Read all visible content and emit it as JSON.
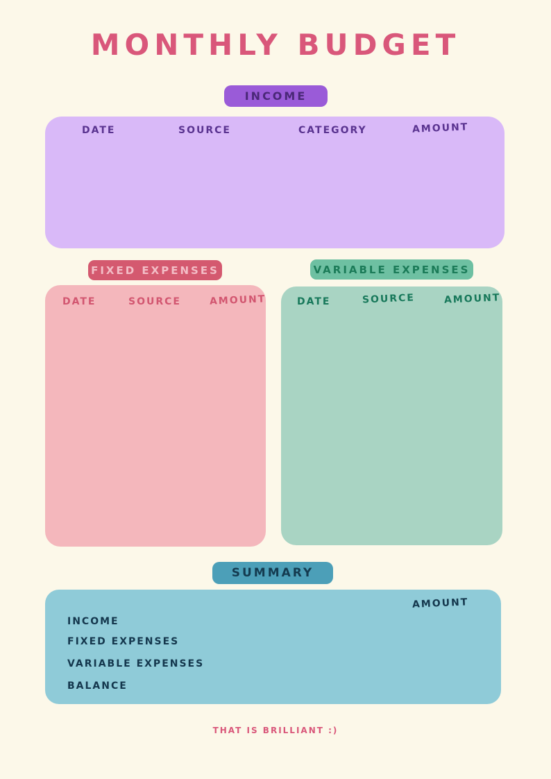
{
  "page": {
    "title": "MONTHLY BUDGET",
    "footer": "THAT IS BRILLIANT :)"
  },
  "colors": {
    "background": "#FCF8E9",
    "title_text": "#D9577A",
    "income_badge_bg": "#9A5BD8",
    "income_badge_text": "#4A2878",
    "income_table_bg": "#D9B9F8",
    "income_header_text": "#5A3390",
    "fixed_badge_bg": "#D4596F",
    "fixed_badge_text": "#F3BEC7",
    "fixed_table_bg": "#F4B7BC",
    "fixed_header_text": "#D25670",
    "variable_badge_bg": "#6EC0A2",
    "variable_badge_text": "#1B7B58",
    "variable_table_bg": "#A9D4C3",
    "variable_header_text": "#17785A",
    "summary_badge_bg": "#4C9FB8",
    "summary_badge_text": "#143B50",
    "summary_table_bg": "#8FCBD8",
    "summary_text": "#14374D",
    "footer_text": "#D9577A"
  },
  "income": {
    "label": "INCOME",
    "columns": [
      "DATE",
      "SOURCE",
      "CATEGORY",
      "AMOUNT"
    ]
  },
  "fixed_expenses": {
    "label": "FIXED EXPENSES",
    "columns": [
      "DATE",
      "SOURCE",
      "AMOUNT"
    ]
  },
  "variable_expenses": {
    "label": "VARIABLE EXPENSES",
    "columns": [
      "DATE",
      "SOURCE",
      "AMOUNT"
    ]
  },
  "summary": {
    "label": "SUMMARY",
    "amount_header": "AMOUNT",
    "rows": [
      "INCOME",
      "FIXED EXPENSES",
      "VARIABLE EXPENSES",
      "BALANCE"
    ]
  }
}
